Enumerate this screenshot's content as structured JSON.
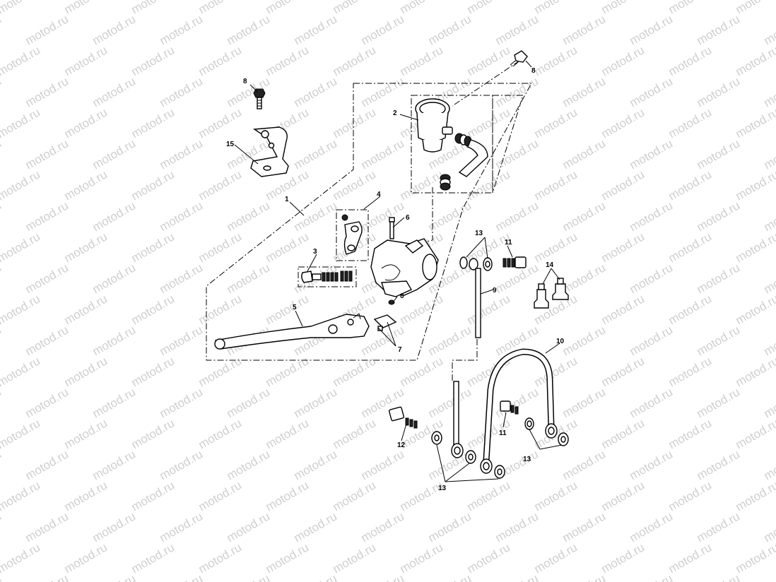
{
  "watermark": {
    "text": "motod.ru"
  },
  "callouts": [
    {
      "id": "c1",
      "label": "1"
    },
    {
      "id": "c2",
      "label": "2"
    },
    {
      "id": "c3",
      "label": "3"
    },
    {
      "id": "c4",
      "label": "4"
    },
    {
      "id": "c5",
      "label": "5"
    },
    {
      "id": "c6a",
      "label": "6"
    },
    {
      "id": "c6b",
      "label": "6"
    },
    {
      "id": "c7",
      "label": "7"
    },
    {
      "id": "c8a",
      "label": "8"
    },
    {
      "id": "c8b",
      "label": "8"
    },
    {
      "id": "c9",
      "label": "9"
    },
    {
      "id": "c10",
      "label": "10"
    },
    {
      "id": "c11a",
      "label": "11"
    },
    {
      "id": "c11b",
      "label": "11"
    },
    {
      "id": "c12",
      "label": "12"
    },
    {
      "id": "c13a",
      "label": "13"
    },
    {
      "id": "c13b",
      "label": "13"
    },
    {
      "id": "c13c",
      "label": "13"
    },
    {
      "id": "c14",
      "label": "14"
    },
    {
      "id": "c15",
      "label": "15"
    }
  ]
}
